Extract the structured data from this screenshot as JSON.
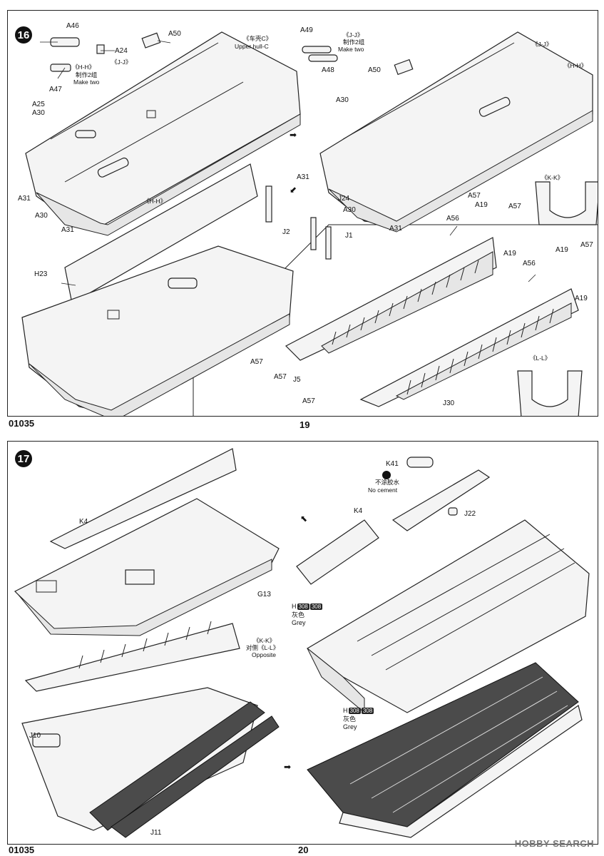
{
  "page_top": {
    "step": "16",
    "footer_left": "01035",
    "page_number": "19",
    "labels": {
      "A46": "A46",
      "A24": "A24",
      "A47": "A47",
      "A25": "A25",
      "A30": "A30",
      "A31": "A31",
      "A50": "A50",
      "H23": "H23",
      "A49": "A49",
      "A48": "A48",
      "J24": "J24",
      "J2": "J2",
      "J1": "J1",
      "A57": "A57",
      "A19": "A19",
      "A56": "A56",
      "J5": "J5",
      "J30": "J30"
    },
    "upper_hull_cn": "《车壳C》",
    "upper_hull_en": "Upper hull-C",
    "hh": "《H-H》",
    "jj": "《J-J》",
    "make2_cn": "制作2组",
    "make2_en": "Make two",
    "kk": "《K-K》",
    "ll": "《L-L》"
  },
  "page_bottom": {
    "step": "17",
    "footer_left": "01035",
    "page_number": "20",
    "labels": {
      "K4": "K4",
      "G13": "G13",
      "J10": "J10",
      "J11": "J11",
      "K41": "K41",
      "J22": "J22"
    },
    "kk": "《K-K》",
    "opposite_cn": "对侧《L-L》",
    "opposite_en": "Opposite",
    "no_cement_cn": "不涂胶水",
    "no_cement_en": "No cement",
    "paint_code": "H",
    "paint_num1": "308",
    "paint_num2": "308",
    "grey_cn": "灰色",
    "grey_en": "Grey"
  },
  "watermark": "HOBBY SEARCH"
}
